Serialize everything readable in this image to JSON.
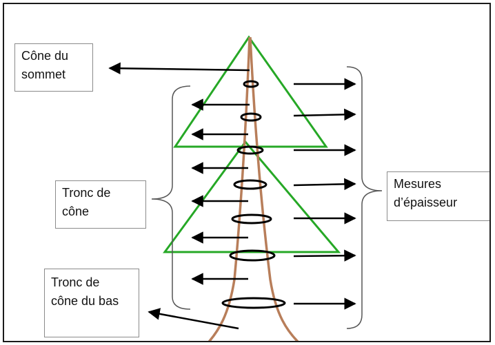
{
  "labels": {
    "top_cone": [
      "Cône du",
      "sommet"
    ],
    "trunk_cone": [
      "Tronc de",
      "cône"
    ],
    "bottom_trunk": [
      "Tronc de",
      "cône du bas"
    ],
    "measures": [
      "Mesures",
      "d’épaisseur"
    ]
  },
  "colors": {
    "tree_outline": "#26a826",
    "trunk": "#b87e5a",
    "ink": "#000000",
    "brace": "#555555",
    "box_border": "#8a8a8a"
  },
  "icons": {
    "arrow": "arrow-icon",
    "ring": "ring-icon",
    "brace": "curly-brace-icon"
  }
}
